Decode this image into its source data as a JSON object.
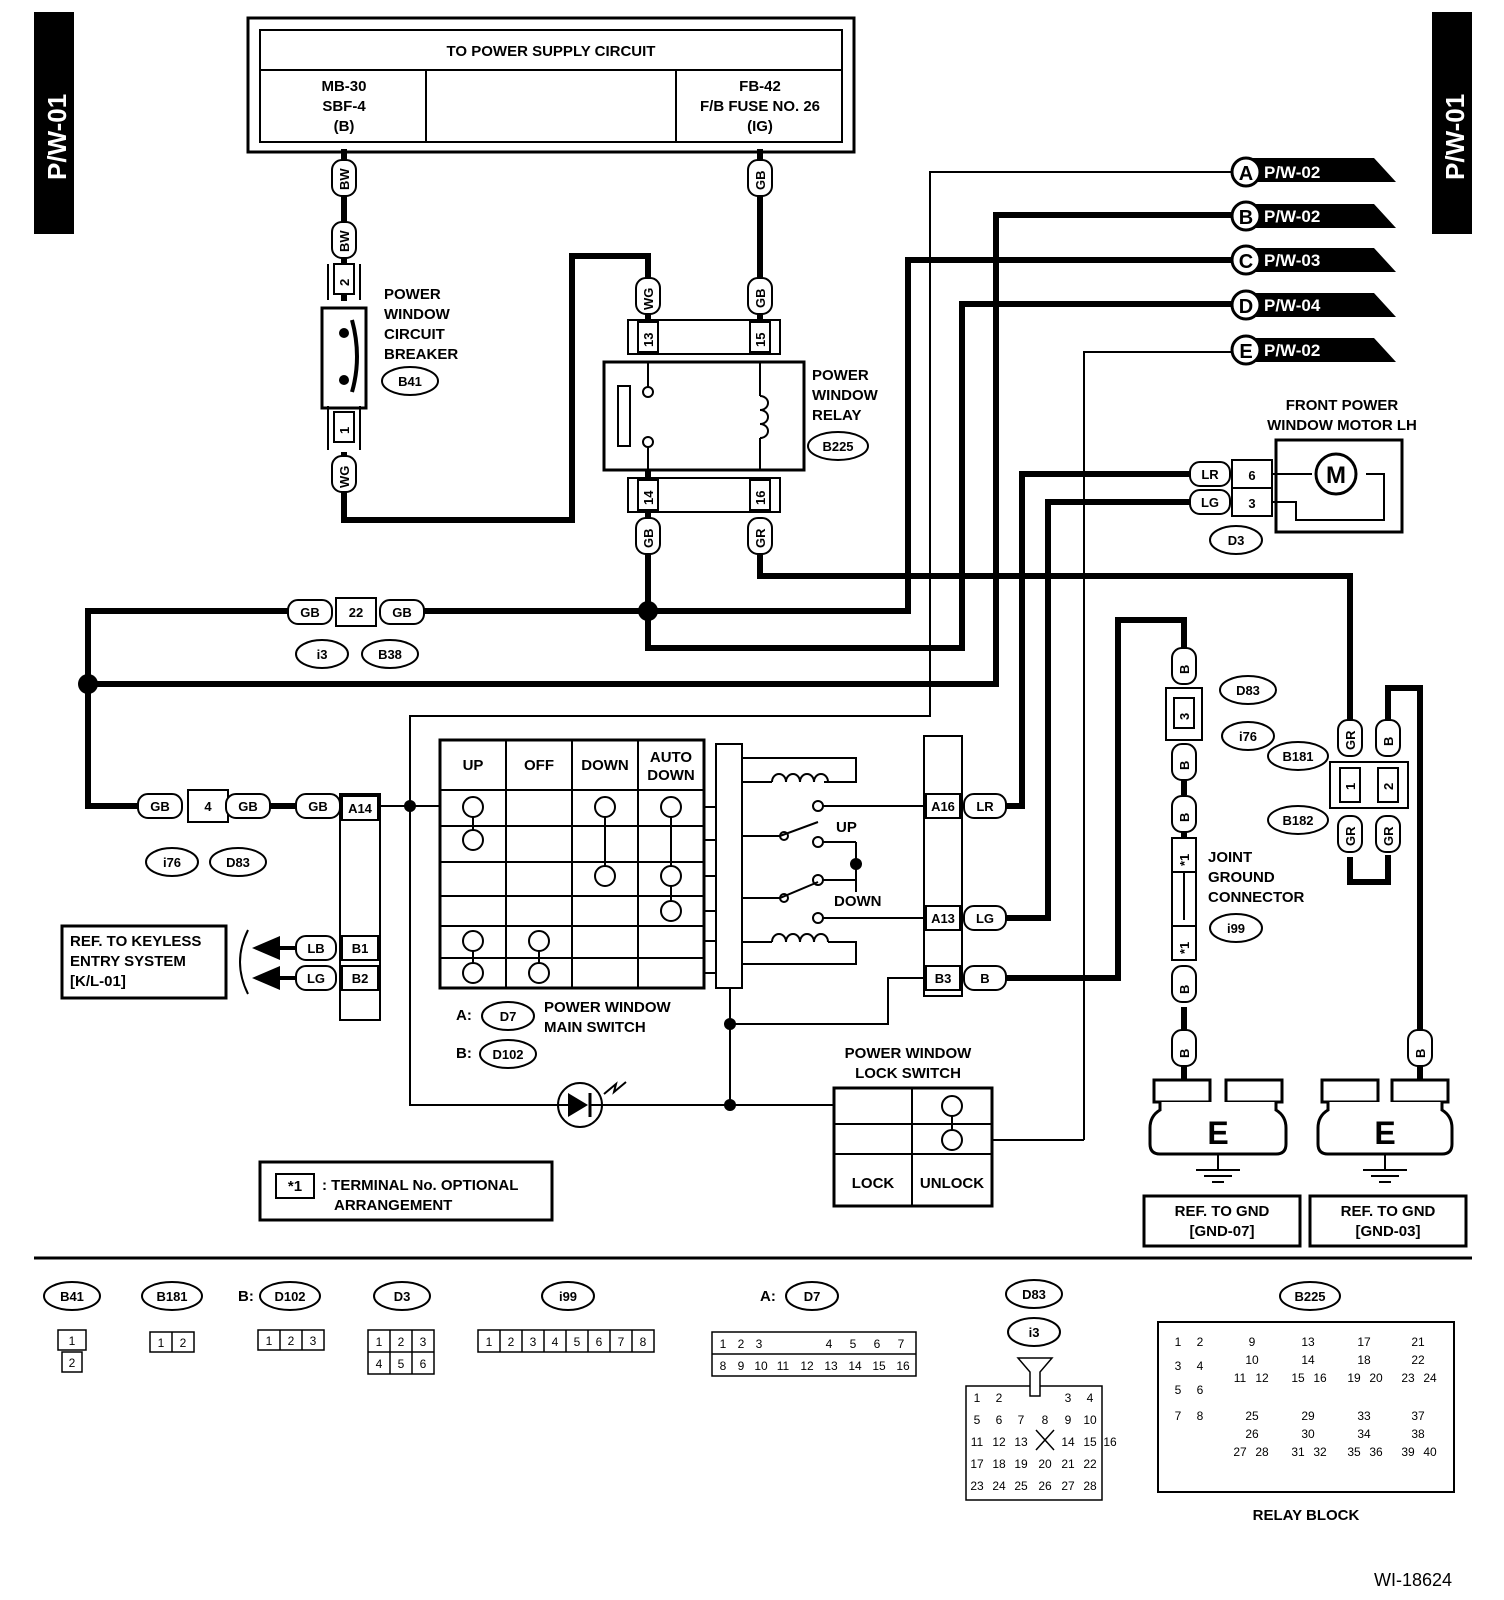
{
  "page_code": "P/W-01",
  "figure_id": "WI-18624",
  "power_supply": {
    "title": "TO POWER SUPPLY CIRCUIT",
    "left": [
      "MB-30",
      "SBF-4",
      "(B)"
    ],
    "right": [
      "FB-42",
      "F/B FUSE NO. 26",
      "(IG)"
    ]
  },
  "circuit_breaker": {
    "lines": [
      "POWER",
      "WINDOW",
      "CIRCUIT",
      "BREAKER"
    ],
    "ref": "B41"
  },
  "relay": {
    "lines": [
      "POWER",
      "WINDOW",
      "RELAY"
    ],
    "ref": "B225"
  },
  "motor": {
    "lines": [
      "FRONT POWER",
      "WINDOW MOTOR LH"
    ],
    "ref": "D3",
    "symbol": "M"
  },
  "outputs": [
    {
      "letter": "A",
      "page": "P/W-02"
    },
    {
      "letter": "B",
      "page": "P/W-02"
    },
    {
      "letter": "C",
      "page": "P/W-03"
    },
    {
      "letter": "D",
      "page": "P/W-04"
    },
    {
      "letter": "E",
      "page": "P/W-02"
    }
  ],
  "wire_colors": {
    "bw": "BW",
    "gb": "GB",
    "wg": "WG",
    "gr": "GR",
    "b": "B",
    "lr": "LR",
    "lg": "LG",
    "lb": "LB"
  },
  "pins": {
    "p1": "1",
    "p2": "2",
    "p3": "3",
    "p4": "4",
    "p6": "6",
    "p13": "13",
    "p14": "14",
    "p15": "15",
    "p16": "16",
    "p22": "22",
    "a13": "A13",
    "a14": "A14",
    "a16": "A16",
    "b1": "B1",
    "b2": "B2",
    "b3": "B3",
    "star": "*1"
  },
  "connector_refs": {
    "i3": "i3",
    "b38": "B38",
    "i76": "i76",
    "d83": "D83",
    "b181": "B181",
    "b182": "B182",
    "i99": "i99",
    "d7": "D7",
    "d102": "D102"
  },
  "main_switch": {
    "columns": [
      "UP",
      "OFF",
      "DOWN",
      "AUTO\nDOWN"
    ],
    "lines": [
      "POWER WINDOW",
      "MAIN SWITCH"
    ],
    "a_label": "A:",
    "b_label": "B:",
    "up": "UP",
    "down": "DOWN"
  },
  "joint_ground": {
    "lines": [
      "JOINT",
      "GROUND",
      "CONNECTOR"
    ]
  },
  "keyless": {
    "lines": [
      "REF. TO KEYLESS",
      "ENTRY  SYSTEM",
      "[K/L-01]"
    ]
  },
  "lock_switch": {
    "lines": [
      "POWER WINDOW",
      "LOCK SWITCH"
    ],
    "lock": "LOCK",
    "unlock": "UNLOCK"
  },
  "note": {
    "box": "*1",
    "lines": [
      ": TERMINAL No. OPTIONAL",
      "ARRANGEMENT"
    ]
  },
  "ground": {
    "symbol": "E",
    "refs": [
      {
        "label": "REF. TO GND",
        "page": "[GND-07]"
      },
      {
        "label": "REF. TO GND",
        "page": "[GND-03]"
      }
    ]
  },
  "connector_views": {
    "b41": "B41",
    "b181": "B181",
    "b102": "B:",
    "d102": "D102",
    "d3": "D3",
    "i99": "i99",
    "a7": "A:",
    "d7": "D7",
    "d83": "D83",
    "i3": "i3",
    "b225": "B225",
    "relay_block": "RELAY BLOCK"
  }
}
